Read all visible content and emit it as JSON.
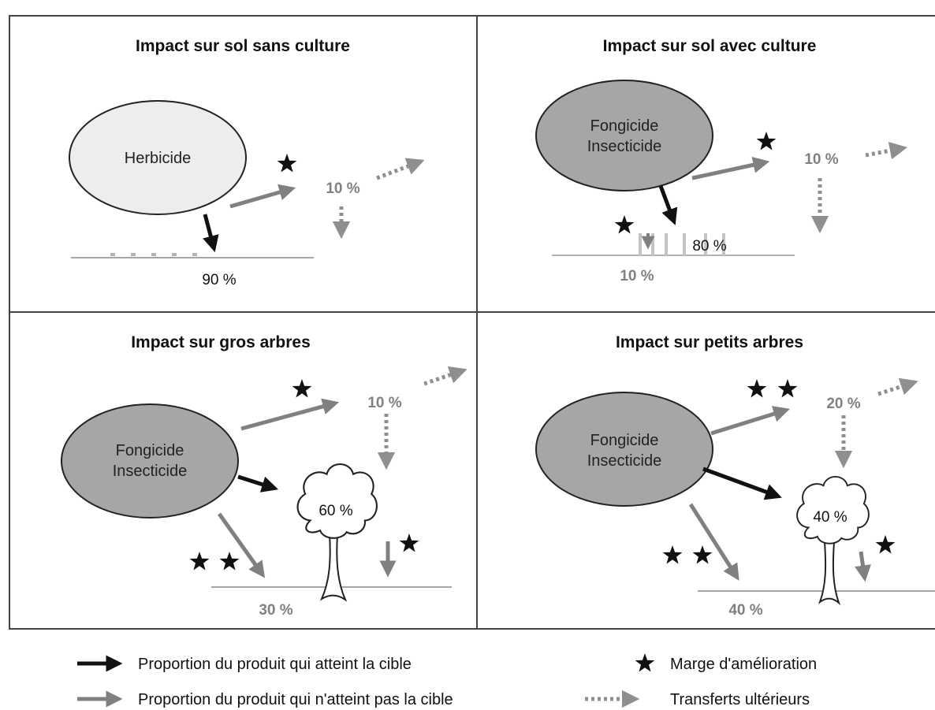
{
  "colors": {
    "black_arrow": "#111111",
    "grey_arrow": "#808080",
    "dotted_arrow": "#8f8f8f",
    "herbicide_fill": "#ededed",
    "fungicide_fill": "#a6a6a6",
    "star": "#111111",
    "ground": "#888888"
  },
  "panels": [
    {
      "title": "Impact sur sol sans culture",
      "ellipse_label": "Herbicide",
      "pct_target": "90 %",
      "pct_offtarget": "10 %",
      "stars": 1
    },
    {
      "title": "Impact sur sol avec culture",
      "ellipse_label_1": "Fongicide",
      "ellipse_label_2": "Insecticide",
      "pct_target": "80 %",
      "pct_offtarget": "10 %",
      "pct_ground": "10 %",
      "stars": 2
    },
    {
      "title": "Impact sur gros arbres",
      "ellipse_label_1": "Fongicide",
      "ellipse_label_2": "Insecticide",
      "pct_target": "60 %",
      "pct_offtarget": "10 %",
      "pct_ground": "30 %",
      "stars": 4
    },
    {
      "title": "Impact sur petits arbres",
      "ellipse_label_1": "Fongicide",
      "ellipse_label_2": "Insecticide",
      "pct_target": "40 %",
      "pct_offtarget": "20 %",
      "pct_ground": "40 %",
      "stars": 5
    }
  ],
  "legend": {
    "black_arrow": "Proportion du produit qui atteint la cible",
    "grey_arrow": "Proportion du produit qui n'atteint pas la cible",
    "star": "Marge d'amélioration",
    "dotted_arrow": "Transferts ultérieurs"
  }
}
